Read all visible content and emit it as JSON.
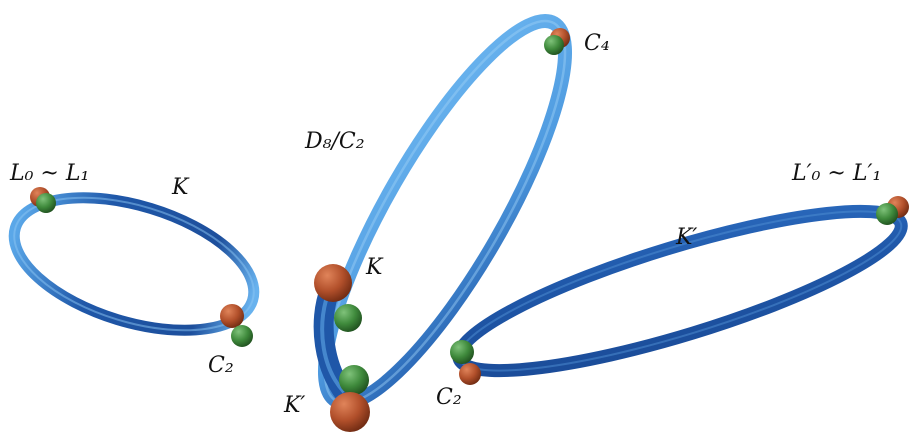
{
  "labels": {
    "left_basepoint": "L₀ ~ L₁",
    "left_K": "K",
    "left_C2": "C₂",
    "middle_group": "D₈/C₂",
    "middle_C4": "C₄",
    "middle_K": "K",
    "middle_Kprime": "K′",
    "right_Kprime": "K′",
    "right_basepoint": "L′₀ ~ L′₁",
    "right_C2": "C₂"
  },
  "colors": {
    "loop_dark": "#1f57a8",
    "loop_mid": "#2f73c7",
    "loop_light": "#68b2ee",
    "sphere_red": "#b2502b",
    "sphere_green": "#3f8a3c"
  }
}
